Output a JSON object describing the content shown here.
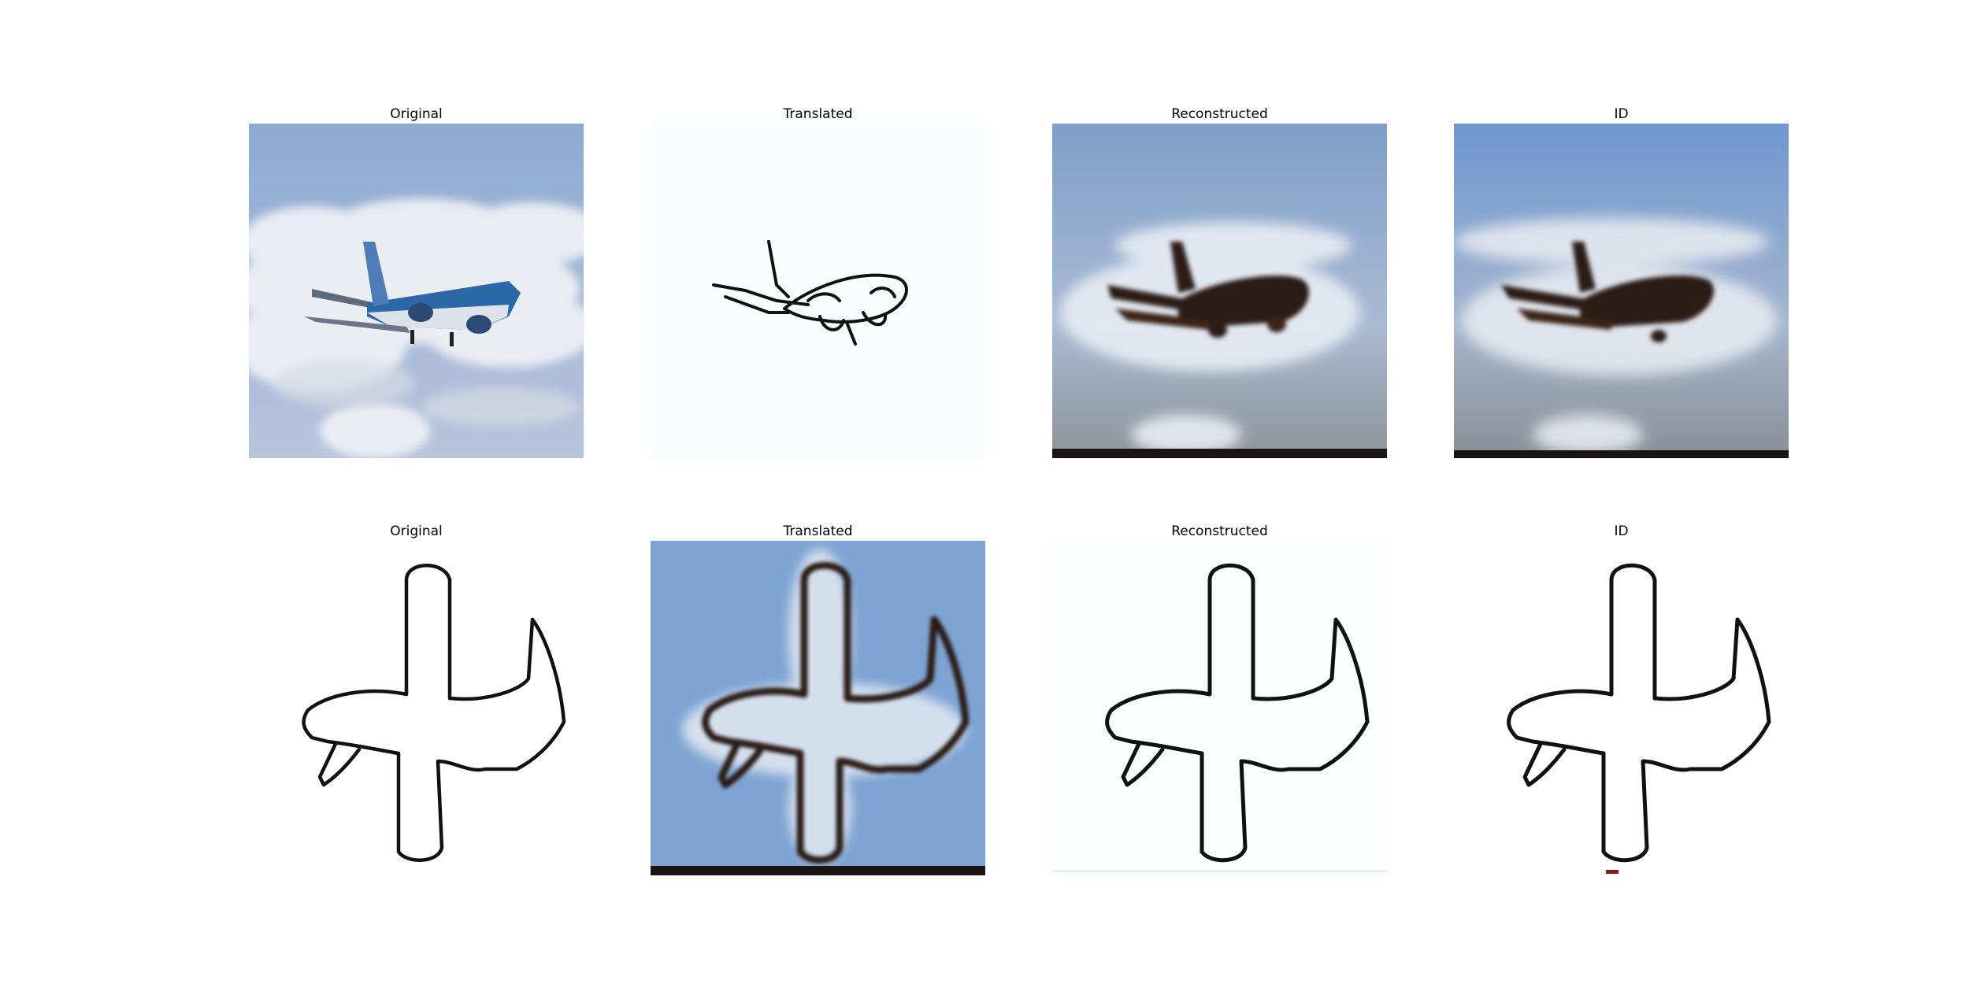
{
  "figure": {
    "rows": [
      {
        "panels": [
          {
            "title": "Original",
            "kind": "photo"
          },
          {
            "title": "Translated",
            "kind": "sketch"
          },
          {
            "title": "Reconstructed",
            "kind": "photo-blur"
          },
          {
            "title": "ID",
            "kind": "photo-blur"
          }
        ]
      },
      {
        "panels": [
          {
            "title": "Original",
            "kind": "sketch"
          },
          {
            "title": "Translated",
            "kind": "photo-blur"
          },
          {
            "title": "Reconstructed",
            "kind": "sketch"
          },
          {
            "title": "ID",
            "kind": "sketch"
          }
        ]
      }
    ]
  },
  "colors": {
    "sky_top": "#8fa9cf",
    "sky_bottom": "#b9c6de",
    "cloud": "#eef0f5",
    "plane_body": "#2c67a8",
    "plane_shadow": "#3a2418",
    "ink": "#111111"
  }
}
